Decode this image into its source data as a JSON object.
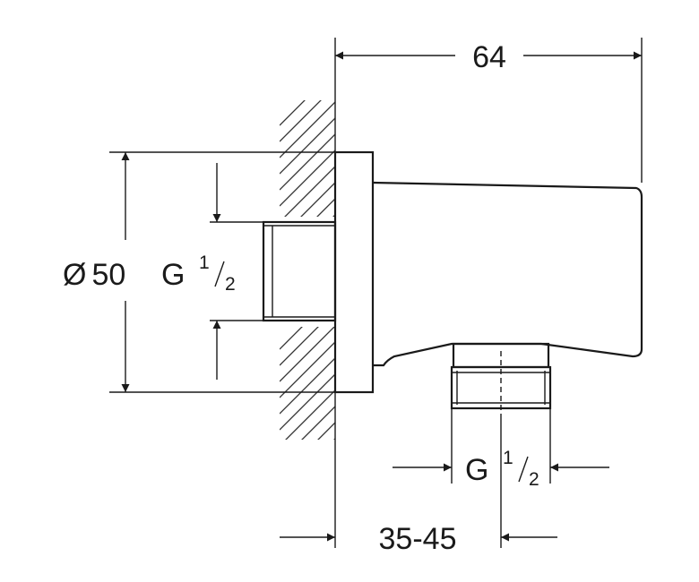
{
  "labels": {
    "overall_length": "64",
    "diameter_symbol": "Ø",
    "diameter_value": "50",
    "wall_thread": "G",
    "outlet_thread": "G",
    "fraction_numerator": "1",
    "fraction_denominator": "2",
    "wall_distance": "35-45"
  },
  "colors": {
    "line": "#1a1a1a",
    "background": "#ffffff"
  }
}
